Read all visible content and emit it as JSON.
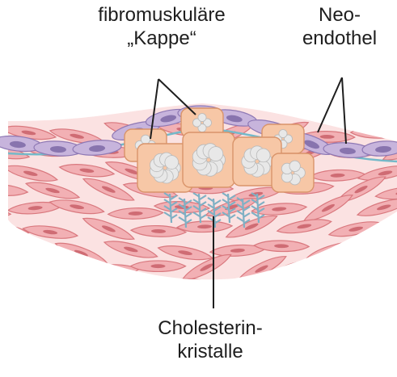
{
  "labels": {
    "cap_line1": "fibromuskuläre",
    "cap_line2": "„Kappe“",
    "neo_line1": "Neo-",
    "neo_line2": "endothel",
    "chol_line1": "Cholesterin-",
    "chol_line2": "kristalle"
  },
  "colors": {
    "smooth_muscle": "#f2b0b4",
    "smooth_muscle_stroke": "#d9787e",
    "muscle_nucleus": "#cf6c74",
    "endothelium": "#c7b4dc",
    "endothelium_stroke": "#8e78b4",
    "endothelium_nucleus": "#7d68a6",
    "basement_line": "#74b9c9",
    "foam_cell": "#f7c7a6",
    "foam_cell_stroke": "#d9946a",
    "lipid_droplet": "#e8e8e8",
    "crystals": "#7fb0c4",
    "leader_lines": "#1e1e1e"
  }
}
